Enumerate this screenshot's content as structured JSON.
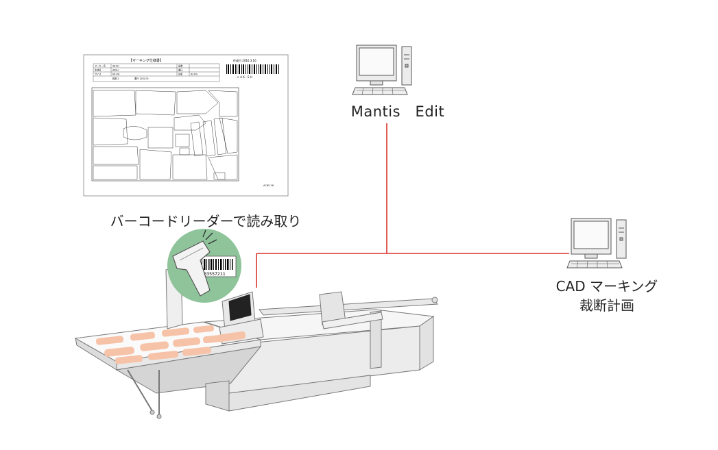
{
  "labels": {
    "mantis_edit": "Mantis　Edit",
    "barcode_reading": "バーコードリーダーで読み取り",
    "cad_line1": "CAD マーキング",
    "cad_line2": "裁断計画"
  },
  "sheet": {
    "title": "【マーキング仕様書】",
    "date": "作成日 2016.3.16",
    "barcode_caption": "＊ A K - S H",
    "footer": "AC65-16",
    "fields": [
      "マーカー名",
      "AK-SH",
      "品番",
      "生地名",
      "AKSH",
      "要尺",
      "サイズ",
      "M1-M1",
      "効率",
      "83.6%",
      "枚数 2",
      "要尺 1262.05"
    ]
  },
  "scanner": {
    "barcode_number": "33557211"
  },
  "colors": {
    "connector_line": "#d9332b",
    "scanner_badge": "#8fc49b",
    "fabric_pieces": "#f6c3a8"
  },
  "icons": [
    "computer-icon",
    "barcode-scanner-icon",
    "cutting-machine-icon",
    "marker-sheet-icon"
  ]
}
